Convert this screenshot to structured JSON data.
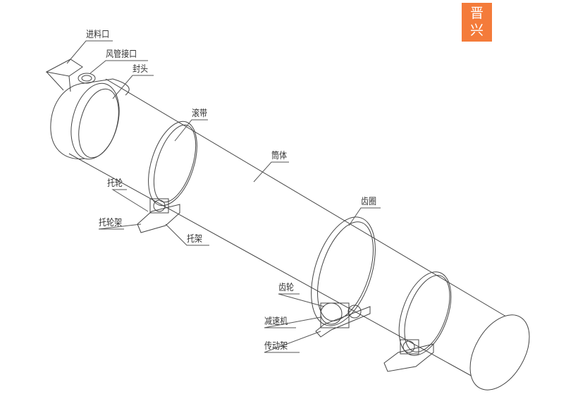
{
  "logo": {
    "line1": "晋",
    "line2": "兴",
    "color": "#f47b3a"
  },
  "labels": {
    "feed_inlet": "进料口",
    "air_duct_port": "风管接口",
    "end_cap": "封头",
    "rolling_ring": "滚带",
    "drum_body": "筒体",
    "support_roller": "托轮",
    "support_roller_frame": "托轮架",
    "support_frame": "托架",
    "gear_ring": "齿圈",
    "pinion_gear": "齿轮",
    "reducer": "减速机",
    "drive_frame": "传动架"
  }
}
